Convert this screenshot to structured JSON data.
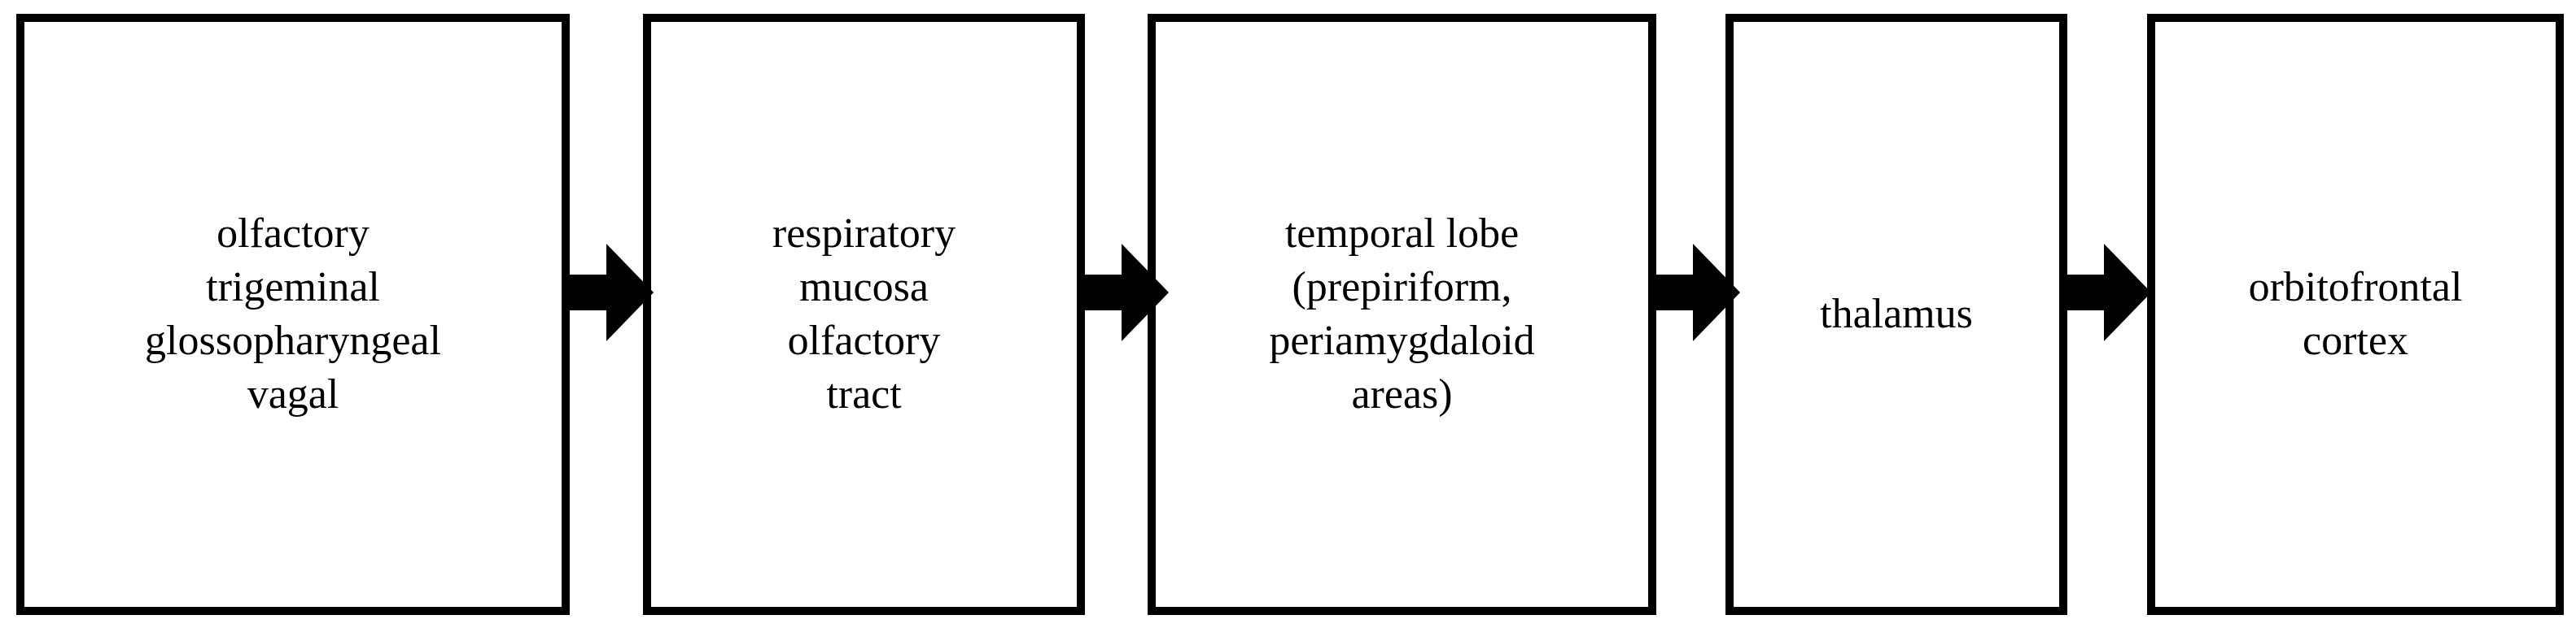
{
  "diagram": {
    "title": "olfactory pathway flow diagram",
    "orientation": "left-to-right",
    "background_color": "#ffffff",
    "stroke_color": "#000000",
    "text_color": "#000000",
    "boxes": [
      {
        "id": "box-1",
        "name": "cranial-nerves-box",
        "lines": [
          "olfactory",
          "trigeminal",
          "glossopharyngeal",
          "vagal"
        ]
      },
      {
        "id": "box-2",
        "name": "respiratory-mucosa-box",
        "lines": [
          "respiratory",
          "mucosa",
          "olfactory",
          "tract"
        ]
      },
      {
        "id": "box-3",
        "name": "temporal-lobe-box",
        "lines": [
          "temporal lobe",
          "(prepiriform,",
          "periamygdaloid",
          "areas)"
        ]
      },
      {
        "id": "box-4",
        "name": "thalamus-box",
        "lines": [
          "thalamus"
        ]
      },
      {
        "id": "box-5",
        "name": "orbitofrontal-cortex-box",
        "lines": [
          "orbitofrontal",
          "cortex"
        ]
      }
    ],
    "arrows": [
      {
        "id": "arrow-1",
        "name": "arrow-box1-to-box2",
        "from": "box-1",
        "to": "box-2",
        "direction": "right"
      },
      {
        "id": "arrow-2",
        "name": "arrow-box2-to-box3",
        "from": "box-2",
        "to": "box-3",
        "direction": "right"
      },
      {
        "id": "arrow-3",
        "name": "arrow-box3-to-box4",
        "from": "box-3",
        "to": "box-4",
        "direction": "right"
      },
      {
        "id": "arrow-4",
        "name": "arrow-box4-to-box5",
        "from": "box-4",
        "to": "box-5",
        "direction": "right"
      }
    ]
  }
}
